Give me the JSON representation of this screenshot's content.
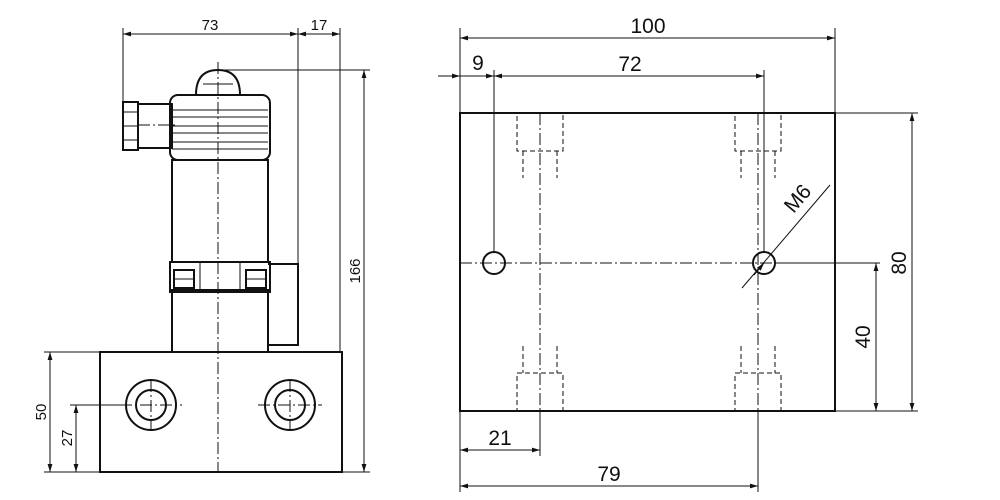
{
  "side_view": {
    "dims": {
      "width_73": "73",
      "offset_17": "17",
      "height_166": "166",
      "height_50": "50",
      "height_27": "27"
    }
  },
  "top_view": {
    "dims": {
      "width_100": "100",
      "offset_9": "9",
      "spacing_72": "72",
      "height_80": "80",
      "height_40": "40",
      "offset_21": "21",
      "offset_79": "79",
      "thread_m6": "M6"
    }
  }
}
